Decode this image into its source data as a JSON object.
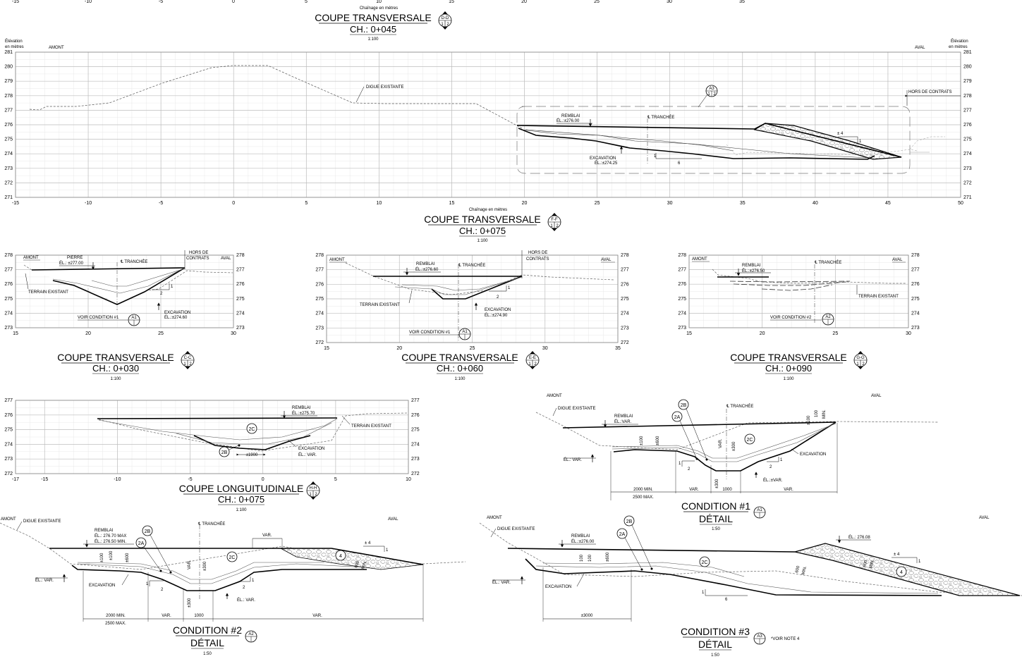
{
  "top_axis": {
    "label": "Chaînage en mètres",
    "ticks": [
      "-15",
      "-10",
      "-5",
      "0",
      "5",
      "10",
      "15",
      "20",
      "25",
      "30",
      "35"
    ]
  },
  "section_D": {
    "title": "COUPE TRANSVERSALE",
    "chainage": "CH.: 0+045",
    "scale": "1:100",
    "tag_top": "D-D",
    "tag_left": "1",
    "tag_right": "2",
    "elev_label_1": "Élévation",
    "elev_label_2": "en mètres",
    "upstream": "AMONT",
    "downstream": "AVAL",
    "y_ticks": [
      "281",
      "280",
      "279",
      "278",
      "277",
      "276",
      "275",
      "274",
      "273",
      "272",
      "271"
    ],
    "x_ticks": [
      "-15",
      "-10",
      "-5",
      "0",
      "5",
      "10",
      "15",
      "20",
      "25",
      "30",
      "35",
      "40",
      "45",
      "50"
    ],
    "x_axis_label": "Chaînage en mètres",
    "dike_label": "DIGUE EXISTANTE",
    "fill_label": "REMBLAI",
    "fill_elev": "ÉL.:±276.00",
    "cl_label": "℄ TRANCHÉE",
    "excavation_label": "EXCAVATION",
    "excavation_elev": "ÉL.:±274.25",
    "slope_pm4": "± 4",
    "slope_1a": "1",
    "slope_1b": "1",
    "slope_6": "6",
    "out_of_contract": "HORS DE CONTRATS",
    "callout_top": "A3",
    "callout_left": "1",
    "callout_right": "2"
  },
  "section_F": {
    "title": "COUPE TRANSVERSALE",
    "chainage": "CH.: 0+075",
    "scale": "1:100",
    "tag_top": "F-F",
    "tag_left": "1",
    "tag_right": "2"
  },
  "section_C": {
    "title": "COUPE TRANSVERSALE",
    "chainage": "CH.: 0+030",
    "scale": "1:100",
    "tag_top": "C-C",
    "tag_left": "1",
    "tag_right": "2",
    "upstream": "AMONT",
    "downstream": "AVAL",
    "y_ticks": [
      "278",
      "277",
      "276",
      "275",
      "274",
      "273"
    ],
    "x_ticks": [
      "15",
      "20",
      "25",
      "30"
    ],
    "stone_label": "PIERRE",
    "stone_elev": "ÉL.: ±277.00",
    "cl_label": "℄ TRANCHÉE",
    "out_of_contract_1": "HORS DE",
    "out_of_contract_2": "CONTRATS",
    "terrain": "TERRAIN EXISTANT",
    "excavation_label": "EXCAVATION",
    "excavation_elev": "ÉL.:±274.60",
    "see_condition": "VOIR CONDITION #1",
    "callout": "A1",
    "slope_1": "1",
    "slope_2": "2"
  },
  "section_E": {
    "title": "COUPE TRANSVERSALE",
    "chainage": "CH.: 0+060",
    "scale": "1:100",
    "tag_top": "E-E",
    "tag_left": "1",
    "tag_right": "2",
    "upstream": "AMONT",
    "downstream": "AVAL",
    "y_ticks": [
      "278",
      "277",
      "276",
      "275",
      "274",
      "273",
      "272"
    ],
    "x_ticks": [
      "15",
      "20",
      "25",
      "30",
      "35"
    ],
    "fill_label": "REMBLAI",
    "fill_elev": "ÉL.:±276.60",
    "cl_label": "℄ TRANCHÉE",
    "out_of_contract_1": "HORS DE",
    "out_of_contract_2": "CONTRATS",
    "terrain": "TERRAIN EXISTANT",
    "excavation_label": "EXCAVATION",
    "excavation_elev": "ÉL.:±274.90",
    "see_condition": "VOIR CONDITION #1",
    "callout": "A1",
    "slope_1": "1",
    "slope_2": "2"
  },
  "section_G": {
    "title": "COUPE TRANSVERSALE",
    "chainage": "CH.: 0+090",
    "scale": "1:100",
    "tag_top": "G-G",
    "tag_left": "1",
    "tag_right": "2",
    "upstream": "AMONT",
    "downstream": "AVAL",
    "y_ticks": [
      "278",
      "277",
      "276",
      "275",
      "274",
      "273"
    ],
    "x_ticks": [
      "15",
      "20",
      "25",
      "30"
    ],
    "fill_label": "REMBLAI",
    "fill_elev": "ÉL.:±276.50",
    "cl_label": "℄ TRANCHÉE",
    "terrain": "TERRAIN EXISTANT",
    "see_condition": "VOIR CONDITION #2",
    "callout": "A2"
  },
  "section_H": {
    "title": "COUPE LONGUITUDINALE",
    "chainage": "CH.: 0+075",
    "scale": "1:100",
    "tag_top": "H-H",
    "tag_left": "1",
    "tag_right": "2",
    "y_ticks": [
      "277",
      "276",
      "275",
      "274",
      "273",
      "272"
    ],
    "x_ticks": [
      "-17",
      "-15",
      "-10",
      "-5",
      "0",
      "5",
      "10"
    ],
    "fill_label": "REMBLAI",
    "fill_elev": "ÉL.:±275.70",
    "terrain": "TERRAIN EXISTANT",
    "excavation_label": "EXCAVATION",
    "excavation_elev": "ÉL.: VAR.",
    "dim": "±1900",
    "mark_2c": "2C",
    "mark_2b": "2B"
  },
  "condition1": {
    "title": "CONDITION #1",
    "subtitle": "DÉTAIL",
    "scale": "1:50",
    "callout": "A1",
    "upstream": "AMONT",
    "downstream": "AVAL",
    "dike_label": "DIGUE EXISTANTE",
    "fill_label": "REMBLAI",
    "fill_elev": "ÉL.:VAR.",
    "cl_label": "℄ TRANCHÉE",
    "el_var": "ÉL.: VAR.",
    "el_var2": "ÉL.:±VAR.",
    "excavation_label": "EXCAVATION",
    "d100a": "±100",
    "d600": "±600",
    "d100b": "±100",
    "d100c": "100",
    "min": "MIN.",
    "var_v": "VAR.",
    "d300a": "±300",
    "d300b": "±300",
    "dim_2000": "2000 MIN.",
    "dim_2500": "2500 MAX.",
    "dim_var1": "VAR.",
    "dim_1000": "1000",
    "dim_var2": "VAR.",
    "mark_2b": "2B",
    "mark_2a": "2A",
    "mark_2c": "2C",
    "slope_1a": "1",
    "slope_2a": "2",
    "slope_1b": "1",
    "slope_2b": "2"
  },
  "condition2": {
    "title": "CONDITION #2",
    "subtitle": "DÉTAIL",
    "scale": "1:50",
    "callout": "A2",
    "upstream": "AMONT",
    "downstream": "AVAL",
    "dike_label": "DIGUE EXISTANTE",
    "fill_label": "REMBLAI",
    "fill_elev_max": "ÉL.: 276.70 MAX",
    "fill_elev_min": "ÉL.: 276.50 MIN.",
    "cl_label": "℄ TRANCHÉE",
    "el_var": "ÉL.: VAR.",
    "el_var2": "ÉL.: VAR.",
    "excavation_label": "EXCAVATION",
    "d100a": "±100",
    "d100b": "±100",
    "d600a": "±600",
    "var_v": "VAR.",
    "d300a": "±300",
    "d300b": "±300",
    "var_top": "VAR.",
    "pm4": "± 4",
    "slope_one": "1",
    "d600b": "600",
    "min": "MIN.",
    "dim_2000": "2000 MIN.",
    "dim_2500": "2500 MAX.",
    "dim_var1": "VAR.",
    "dim_1000": "1000",
    "dim_var2": "VAR.",
    "mark_2b": "2B",
    "mark_2a": "2A",
    "mark_2c": "2C",
    "mark_4": "4",
    "slope_1a": "1",
    "slope_2a": "2",
    "slope_1b": "1",
    "slope_2b": "2"
  },
  "condition3": {
    "title": "CONDITION #3",
    "subtitle": "DÉTAIL",
    "scale": "1:50",
    "callout": "A3",
    "note": "*VOIR NOTE 4",
    "upstream": "AMONT",
    "downstream": "AVAL",
    "dike_label": "DIGUE EXISTANTE",
    "fill_label": "REMBLAI",
    "fill_elev": "ÉL.:±276.00",
    "top_elev": "ÉL.: 276.08",
    "el_var": "ÉL.: VAR.",
    "excavation_label": "EXCAVATION",
    "d100a": "100",
    "d100b": "100",
    "d600": "±600",
    "d600b": "600",
    "min_a": "MIN.",
    "d600c": "600",
    "min_b": "MIN.",
    "pm4": "± 4",
    "slope_one": "1",
    "dim_3000": "±3000",
    "mark_2b": "2B",
    "mark_2a": "2A",
    "mark_2c": "2C",
    "mark_4": "4",
    "slope_1": "1",
    "slope_6": "6"
  }
}
